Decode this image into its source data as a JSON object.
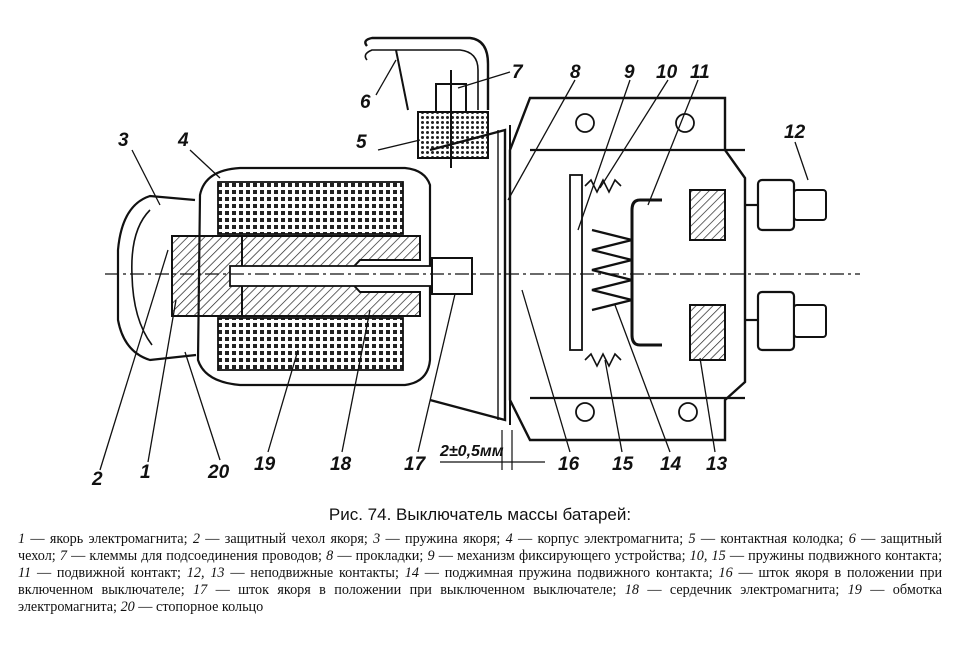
{
  "figure": {
    "caption": "Рис. 74. Выключатель массы батарей:",
    "dimension": "2±0,5мм",
    "callouts": [
      "1",
      "2",
      "3",
      "4",
      "5",
      "6",
      "7",
      "8",
      "9",
      "10",
      "11",
      "12",
      "13",
      "14",
      "15",
      "16",
      "17",
      "18",
      "19",
      "20"
    ]
  },
  "legend": [
    {
      "num": "1",
      "text": " — якорь электромагнита; "
    },
    {
      "num": "2",
      "text": " — защитный чехол якоря; "
    },
    {
      "num": "3",
      "text": " — пружина якоря; "
    },
    {
      "num": "4",
      "text": " — корпус электромагнита; "
    },
    {
      "num": "5",
      "text": " — контактная колодка; "
    },
    {
      "num": "6",
      "text": " — защитный чехол; "
    },
    {
      "num": "7",
      "text": " — клеммы для подсоединения проводов; "
    },
    {
      "num": "8",
      "text": " — прокладки; "
    },
    {
      "num": "9",
      "text": " — механизм фиксирующего устройства; "
    },
    {
      "num": "10, 15",
      "text": " — пружины подвижного контакта; "
    },
    {
      "num": "11",
      "text": " — подвижной контакт; "
    },
    {
      "num": "12, 13",
      "text": " — неподвижные контакты; "
    },
    {
      "num": "14",
      "text": " — поджимная пружина подвижного контакта; "
    },
    {
      "num": "16",
      "text": " — шток якоря в положении при включенном выключателе; "
    },
    {
      "num": "17",
      "text": " — шток якоря в положении при выключенном выключателе; "
    },
    {
      "num": "18",
      "text": " — сердечник электромагнита; "
    },
    {
      "num": "19",
      "text": " — обмотка электромагнита; "
    },
    {
      "num": "20",
      "text": " — стопорное кольцо"
    }
  ]
}
